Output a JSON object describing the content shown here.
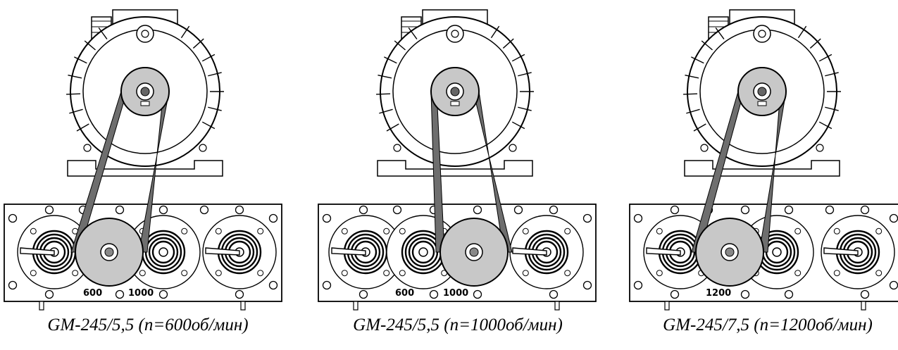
{
  "panels": [
    {
      "caption": "GM-245/5,5 (n=600об/мин)",
      "labels": [
        "600",
        "1000"
      ],
      "colors": {
        "pulley": "#c8c8c8",
        "belt": "#6e6e6e",
        "line": "#000000"
      }
    },
    {
      "caption": "GM-245/5,5 (n=1000об/мин)",
      "labels": [
        "600",
        "1000"
      ],
      "colors": {
        "pulley": "#c8c8c8",
        "belt": "#6e6e6e",
        "line": "#000000"
      }
    },
    {
      "caption": "GM-245/7,5 (n=1200об/мин)",
      "labels": [
        "1200"
      ],
      "colors": {
        "pulley": "#c8c8c8",
        "belt": "#6e6e6e",
        "line": "#000000"
      }
    }
  ]
}
